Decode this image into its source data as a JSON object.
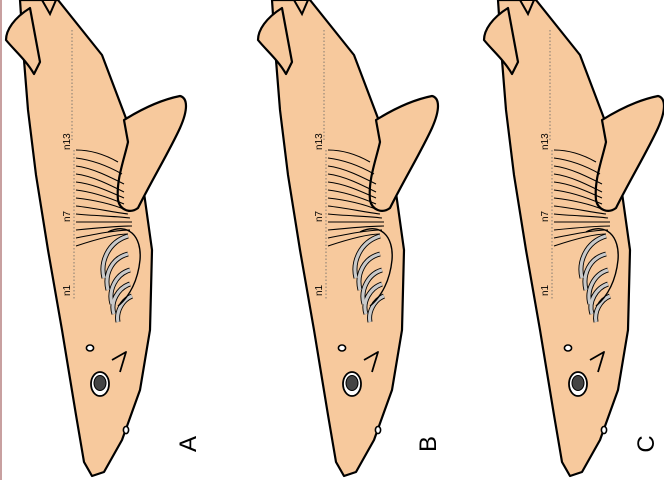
{
  "colors": {
    "body_fill": "#f7c99d",
    "outline": "#000000",
    "gill_slit": "#c9c9c9",
    "nerve": "#000000",
    "background": "#ffffff"
  },
  "panels": [
    {
      "panel_label": "A",
      "nerve_labels": {
        "first": "n1",
        "mid": "n7",
        "last": "n13"
      }
    },
    {
      "panel_label": "B",
      "nerve_labels": {
        "first": "n1",
        "mid": "n7",
        "last": "n13"
      }
    },
    {
      "panel_label": "C",
      "nerve_labels": {
        "first": "n1",
        "mid": "n7",
        "last": "n13"
      }
    }
  ]
}
